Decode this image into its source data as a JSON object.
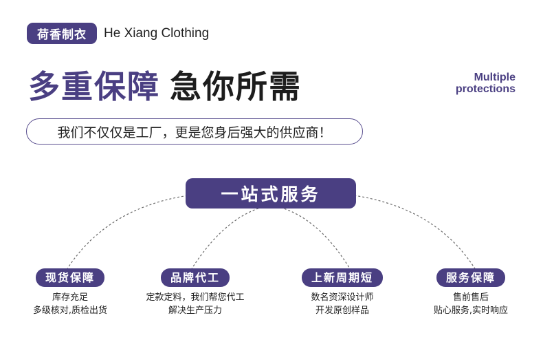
{
  "brand": {
    "cn": "荷香制衣",
    "en": "He Xiang Clothing"
  },
  "headline": {
    "part_a": "多重保障",
    "part_b": "急你所需"
  },
  "side_label": {
    "line1": "Multiple",
    "line2": "protections"
  },
  "slogan": "我们不仅仅是工厂，更是您身后强大的供应商！",
  "center": "一站式服务",
  "nodes": [
    {
      "title": "现货保障",
      "line1": "库存充足",
      "line2": "多级核对,质检出货"
    },
    {
      "title": "品牌代工",
      "line1": "定款定料，我们帮您代工",
      "line2": "解决生产压力"
    },
    {
      "title": "上新周期短",
      "line1": "数名资深设计师",
      "line2": "开发原创样品"
    },
    {
      "title": "服务保障",
      "line1": "售前售后",
      "line2": "贴心服务,实时响应"
    }
  ],
  "colors": {
    "accent": "#4a3f82",
    "text": "#1f1f1f",
    "background": "#ffffff"
  }
}
